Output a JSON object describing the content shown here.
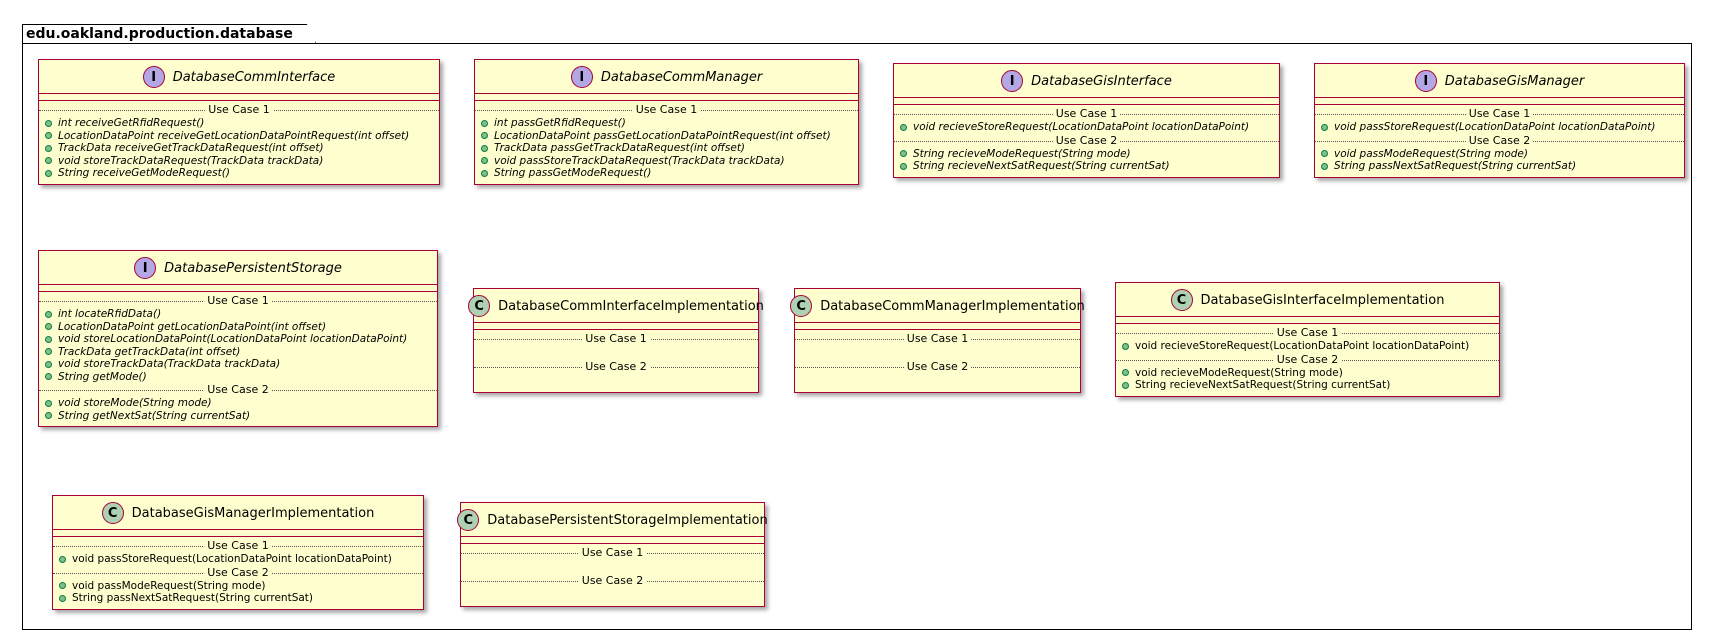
{
  "package": {
    "name": "edu.oakland.production.database"
  },
  "classes": [
    {
      "name": "DatabaseCommInterface",
      "kind": "I",
      "italic": true,
      "sections": [
        {
          "label": "Use Case 1",
          "methods": [
            "int receiveGetRfidRequest()",
            "LocationDataPoint receiveGetLocationDataPointRequest(int offset)",
            "TrackData receiveGetTrackDataRequest(int offset)",
            "void storeTrackDataRequest(TrackData trackData)",
            "String receiveGetModeRequest()"
          ]
        }
      ]
    },
    {
      "name": "DatabaseCommManager",
      "kind": "I",
      "italic": true,
      "sections": [
        {
          "label": "Use Case 1",
          "methods": [
            "int passGetRfidRequest()",
            "LocationDataPoint passGetLocationDataPointRequest(int offset)",
            "TrackData passGetTrackDataRequest(int offset)",
            "void passStoreTrackDataRequest(TrackData trackData)",
            "String passGetModeRequest()"
          ]
        }
      ]
    },
    {
      "name": "DatabaseGisInterface",
      "kind": "I",
      "italic": true,
      "sections": [
        {
          "label": "Use Case 1",
          "methods": [
            "void recieveStoreRequest(LocationDataPoint locationDataPoint)"
          ]
        },
        {
          "label": "Use Case 2",
          "methods": [
            "String recieveModeRequest(String mode)",
            "String recieveNextSatRequest(String currentSat)"
          ]
        }
      ]
    },
    {
      "name": "DatabaseGisManager",
      "kind": "I",
      "italic": true,
      "sections": [
        {
          "label": "Use Case 1",
          "methods": [
            "void passStoreRequest(LocationDataPoint locationDataPoint)"
          ]
        },
        {
          "label": "Use Case 2",
          "methods": [
            "void passModeRequest(String mode)",
            "String passNextSatRequest(String currentSat)"
          ]
        }
      ]
    },
    {
      "name": "DatabasePersistentStorage",
      "kind": "I",
      "italic": true,
      "sections": [
        {
          "label": "Use Case 1",
          "methods": [
            "int locateRfidData()",
            "LocationDataPoint getLocationDataPoint(int offset)",
            "void storeLocationDataPoint(LocationDataPoint locationDataPoint)",
            "TrackData getTrackData(int offset)",
            "void storeTrackData(TrackData trackData)",
            "String getMode()"
          ]
        },
        {
          "label": "Use Case 2",
          "methods": [
            "void storeMode(String mode)",
            "String getNextSat(String currentSat)"
          ]
        }
      ]
    },
    {
      "name": "DatabaseCommInterfaceImplementation",
      "kind": "C",
      "italic": false,
      "sections": [
        {
          "label": "Use Case 1",
          "methods": []
        },
        {
          "label": "Use Case 2",
          "methods": []
        }
      ]
    },
    {
      "name": "DatabaseCommManagerImplementation",
      "kind": "C",
      "italic": false,
      "sections": [
        {
          "label": "Use Case 1",
          "methods": []
        },
        {
          "label": "Use Case 2",
          "methods": []
        }
      ]
    },
    {
      "name": "DatabaseGisInterfaceImplementation",
      "kind": "C",
      "italic": false,
      "sections": [
        {
          "label": "Use Case 1",
          "methods": [
            "void recieveStoreRequest(LocationDataPoint locationDataPoint)"
          ]
        },
        {
          "label": "Use Case 2",
          "methods": [
            "void recieveModeRequest(String mode)",
            "String recieveNextSatRequest(String currentSat)"
          ]
        }
      ]
    },
    {
      "name": "DatabaseGisManagerImplementation",
      "kind": "C",
      "italic": false,
      "sections": [
        {
          "label": "Use Case 1",
          "methods": [
            "void passStoreRequest(LocationDataPoint locationDataPoint)"
          ]
        },
        {
          "label": "Use Case 2",
          "methods": [
            "void passModeRequest(String mode)",
            "String passNextSatRequest(String currentSat)"
          ]
        }
      ]
    },
    {
      "name": "DatabasePersistentStorageImplementation",
      "kind": "C",
      "italic": false,
      "sections": [
        {
          "label": "Use Case 1",
          "methods": []
        },
        {
          "label": "Use Case 2",
          "methods": []
        }
      ]
    }
  ],
  "colors": {
    "class_fill": "#fefece",
    "class_border": "#a80036",
    "interface_badge": "#b4a7e5",
    "class_badge": "#add1b2",
    "visibility_dot": "#84be84"
  }
}
